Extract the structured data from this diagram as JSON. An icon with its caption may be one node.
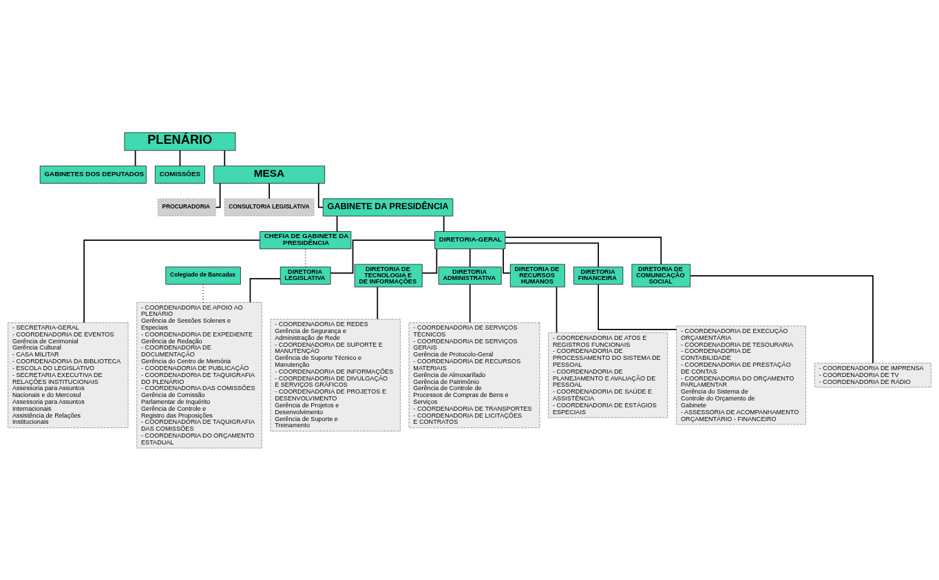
{
  "diagram": {
    "nodes": [
      {
        "text": [
          "PLENÁRIO"
        ]
      },
      {
        "text": [
          "GABINETES DOS DEPUTADOS"
        ]
      },
      {
        "text": [
          "COMISSÕES"
        ]
      },
      {
        "text": [
          "MESA"
        ]
      },
      {
        "text": [
          "PROCURADORIA"
        ]
      },
      {
        "text": [
          "CONSULTORIA LEGISLATIVA"
        ]
      },
      {
        "text": [
          "GABINETE DA PRESIDÊNCIA"
        ]
      },
      {
        "text": [
          "CHEFIA DE GABINETE DA PRESIDÊNCIA"
        ]
      },
      {
        "text": [
          "DIRETORIA-GERAL"
        ]
      },
      {
        "text": [
          "Colegiado de Bancadas"
        ]
      },
      {
        "text": [
          "DIRETORIA LEGISLATIVA"
        ]
      },
      {
        "text": [
          "DIRETORIA DE TECNOLOGIA E DE INFORMAÇÕES"
        ]
      },
      {
        "text": [
          "DIRETORIA ADMINISTRATIVA"
        ]
      },
      {
        "text": [
          "DIRETORIA DE RECURSOS HUMANOS"
        ]
      },
      {
        "text": [
          "DIRETORIA FINANCEIRA"
        ]
      },
      {
        "text": [
          "DIRETORIA DE COMUNICAÇÃO SOCIAL"
        ]
      },
      {
        "text": [
          "- SECRETARIA-GERAL",
          "- COORDENADORIA DE EVENTOS",
          "Gerência de Cerimonial",
          "Gerência Cultural",
          "- CASA MILITAR",
          "- COORDENADORIA DA BIBLIOTECA",
          "- ESCOLA DO LEGISLATIVO",
          "- SECRETARIA EXECUTIVA DE RELAÇÕES INSTITUCIONAIS",
          "Assessoria para Assuntos Nacionais e do Mercosul",
          "Assessoria para Assuntos Internacionais",
          "Assistência de Relações Institucionais"
        ]
      },
      {
        "text": [
          "- COORDENADORIA DE APOIO AO PLENÁRIO",
          "Gerência de Sessões Solenes e Especiais",
          "- COORDENADORIA DE EXPEDIENTE",
          "Gerência de Redação",
          "- COORDENADORIA DE DOCUMENTAÇÃO",
          "Gerência do Centro de Memória",
          "- COODENADORIA DE PUBLICAÇÃO",
          "- COORDENADORIA DE TAQUIGRAFIA DO PLENÁRIO",
          "- COORDENADORIA DAS COMISSÕES",
          "Gerência de Comissão Parlamentar de Inquérito",
          "Gerência de Controle e Registro das Proposições",
          "- COORDENADORIA DE TAQUIGRAFIA DAS COMISSÕES",
          "- COORDENADORIA DO ORÇAMENTO ESTADUAL"
        ]
      },
      {
        "text": [
          "- COORDENADORIA DE REDES",
          "Gerência de Segurança e Administração de Rede",
          "- COORDENADORIA DE SUPORTE E MANUTENÇÃO",
          "Gerência de Suporte Técnico e Manutenção",
          "- COORDENADORIA DE INFORMAÇÕES",
          "- COORDENADORIA DE DIVULGAÇÃO E SERVIÇOS GRÁFICOS",
          "- COORDENADORIA DE PROJETOS E DESENVOLVIMENTO",
          "Gerência de Projetos e Desenvolvimento",
          "Gerência de Suporte e Treinamento"
        ]
      },
      {
        "text": [
          "- COORDENADORIA DE SERVIÇOS TÉCNICOS",
          "- COORDENADORIA DE SERVIÇOS GERAIS",
          "Gerência de Protocolo-Geral",
          "- COORDENADORIA DE RECURSOS MATERIAIS",
          "Gerência de Almoxarifado",
          "Gerência de Patrimônio",
          "Gerência de Controle de Processos de Compras de Bens e Serviços",
          "- COORDENADORIA DE TRANSPORTES",
          "- COORDENADORIA DE LICITAÇÕES E CONTRATOS"
        ]
      },
      {
        "text": [
          "- COORDENADORIA DE ATOS E REGISTROS FUNCIONAIS",
          "- COORDENADORIA DE PROCESSAMENTO DO SISTEMA DE PESSOAL",
          "- COORDENADORIA DE PLANEJAMENTO E AVALIAÇÃO DE PESSOAL",
          "- COORDENADORIA DE SAÚDE E ASSISTÊNCIA",
          "- COORDENADORIA DE ESTÁGIOS ESPECIAIS"
        ]
      },
      {
        "text": [
          "- COORDENADORIA DE EXECUÇÃO ORÇAMENTÁRIA",
          "- COORDENADORIA DE TESOURARIA",
          "- COORDENADORIA DE CONTABILIDADE",
          "- COORDENADORIA DE PRESTAÇÃO DE CONTAS",
          "- COORDENADORIA DO ORÇAMENTO PARLAMENTAR",
          "Gerência do Sistema de Controle do Orçamento de Gabinete",
          "- ASSESSORIA DE ACOMPANHAMENTO ORÇAMENTÁRIO - FINANCEIRO"
        ]
      },
      {
        "text": [
          "- COORDENADORIA DE IMPRENSA",
          "- COORDENADORIA DE TV",
          "- COORDENADORIA DE RÁDIO"
        ]
      }
    ],
    "edges": [
      {
        "from": 0,
        "to": 1,
        "arrow": "none"
      },
      {
        "from": 0,
        "to": 2,
        "arrow": "none"
      },
      {
        "from": 0,
        "to": 3,
        "arrow": "none"
      },
      {
        "from": 3,
        "to": 6,
        "arrow": "none"
      },
      {
        "from": 3,
        "to": 4,
        "arrow": "none"
      },
      {
        "from": 3,
        "to": 5,
        "arrow": "none"
      },
      {
        "from": 6,
        "to": 7,
        "arrow": "none"
      },
      {
        "from": 6,
        "to": 8,
        "arrow": "none"
      },
      {
        "from": 7,
        "to": 16,
        "arrow": "none"
      },
      {
        "from": 7,
        "to": 10,
        "arrow": "none",
        "style": "dashed"
      },
      {
        "from": 8,
        "to": 10,
        "arrow": "none"
      },
      {
        "from": 8,
        "to": 11,
        "arrow": "none"
      },
      {
        "from": 8,
        "to": 12,
        "arrow": "none"
      },
      {
        "from": 8,
        "to": 13,
        "arrow": "none"
      },
      {
        "from": 8,
        "to": 14,
        "arrow": "none"
      },
      {
        "from": 8,
        "to": 15,
        "arrow": "none"
      },
      {
        "from": 10,
        "to": 17,
        "arrow": "none"
      },
      {
        "from": 9,
        "to": 17,
        "arrow": "none",
        "style": "dashed"
      },
      {
        "from": 11,
        "to": 18,
        "arrow": "none"
      },
      {
        "from": 12,
        "to": 19,
        "arrow": "none"
      },
      {
        "from": 13,
        "to": 20,
        "arrow": "none"
      },
      {
        "from": 14,
        "to": 21,
        "arrow": "none"
      },
      {
        "from": 15,
        "to": 22,
        "arrow": "none"
      }
    ]
  }
}
